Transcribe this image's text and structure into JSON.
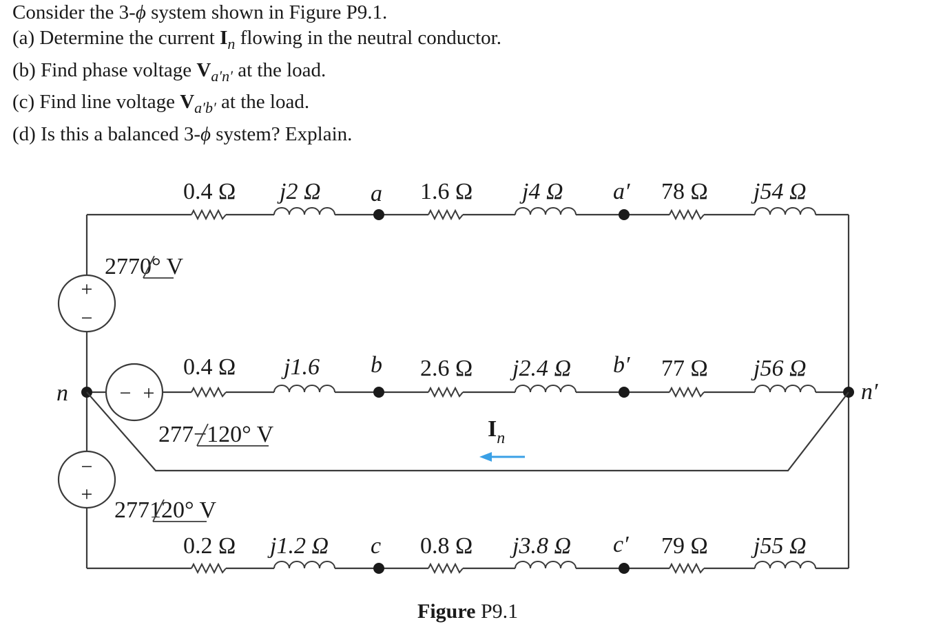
{
  "problem": {
    "intro": {
      "pre": "Consider the 3-",
      "phi": "ϕ",
      "post": " system shown in Figure P9.1."
    },
    "a": {
      "pre": "(a) Determine the current ",
      "sym": "I",
      "sub": "n",
      "post": " flowing in the neutral conductor."
    },
    "b": {
      "pre": "(b) Find phase voltage ",
      "sym": "V",
      "sub": "a′n′",
      "post": " at the load."
    },
    "c": {
      "pre": "(c) Find line voltage ",
      "sym": "V",
      "sub": "a′b′",
      "post": " at the load."
    },
    "d": {
      "pre": "(d) Is this a balanced 3-",
      "phi": "ϕ",
      "post": " system? Explain."
    }
  },
  "circuit": {
    "row_a": {
      "source_r": "0.4 Ω",
      "source_x": "j2 Ω",
      "node": "a",
      "line_r": "1.6 Ω",
      "line_x": "j4 Ω",
      "load_node": "a′",
      "load_r": "78 Ω",
      "load_x": "j54 Ω",
      "source_mag": "277",
      "source_angle": "0°",
      "source_unit": " V"
    },
    "row_b": {
      "source_r": "0.4 Ω",
      "source_x": "j1.6",
      "node": "b",
      "line_r": "2.6 Ω",
      "line_x": "j2.4 Ω",
      "load_node": "b′",
      "load_r": "77 Ω",
      "load_x": "j56 Ω",
      "source_mag": "277",
      "source_angle": "−120°",
      "source_unit": " V"
    },
    "row_c": {
      "source_r": "0.2 Ω",
      "source_x": "j1.2 Ω",
      "node": "c",
      "line_r": "0.8 Ω",
      "line_x": "j3.8 Ω",
      "load_node": "c′",
      "load_r": "79 Ω",
      "load_x": "j55 Ω",
      "source_mag": "277",
      "source_angle": "120°",
      "source_unit": " V"
    },
    "neutral_source": "n",
    "neutral_load": "n′",
    "neutral_current": {
      "sym": "I",
      "sub": "n"
    },
    "plus": "+",
    "minus": "−",
    "arrow_color": "#3aa0e6"
  },
  "figure": {
    "label": "Figure",
    "number": " P9.1"
  }
}
